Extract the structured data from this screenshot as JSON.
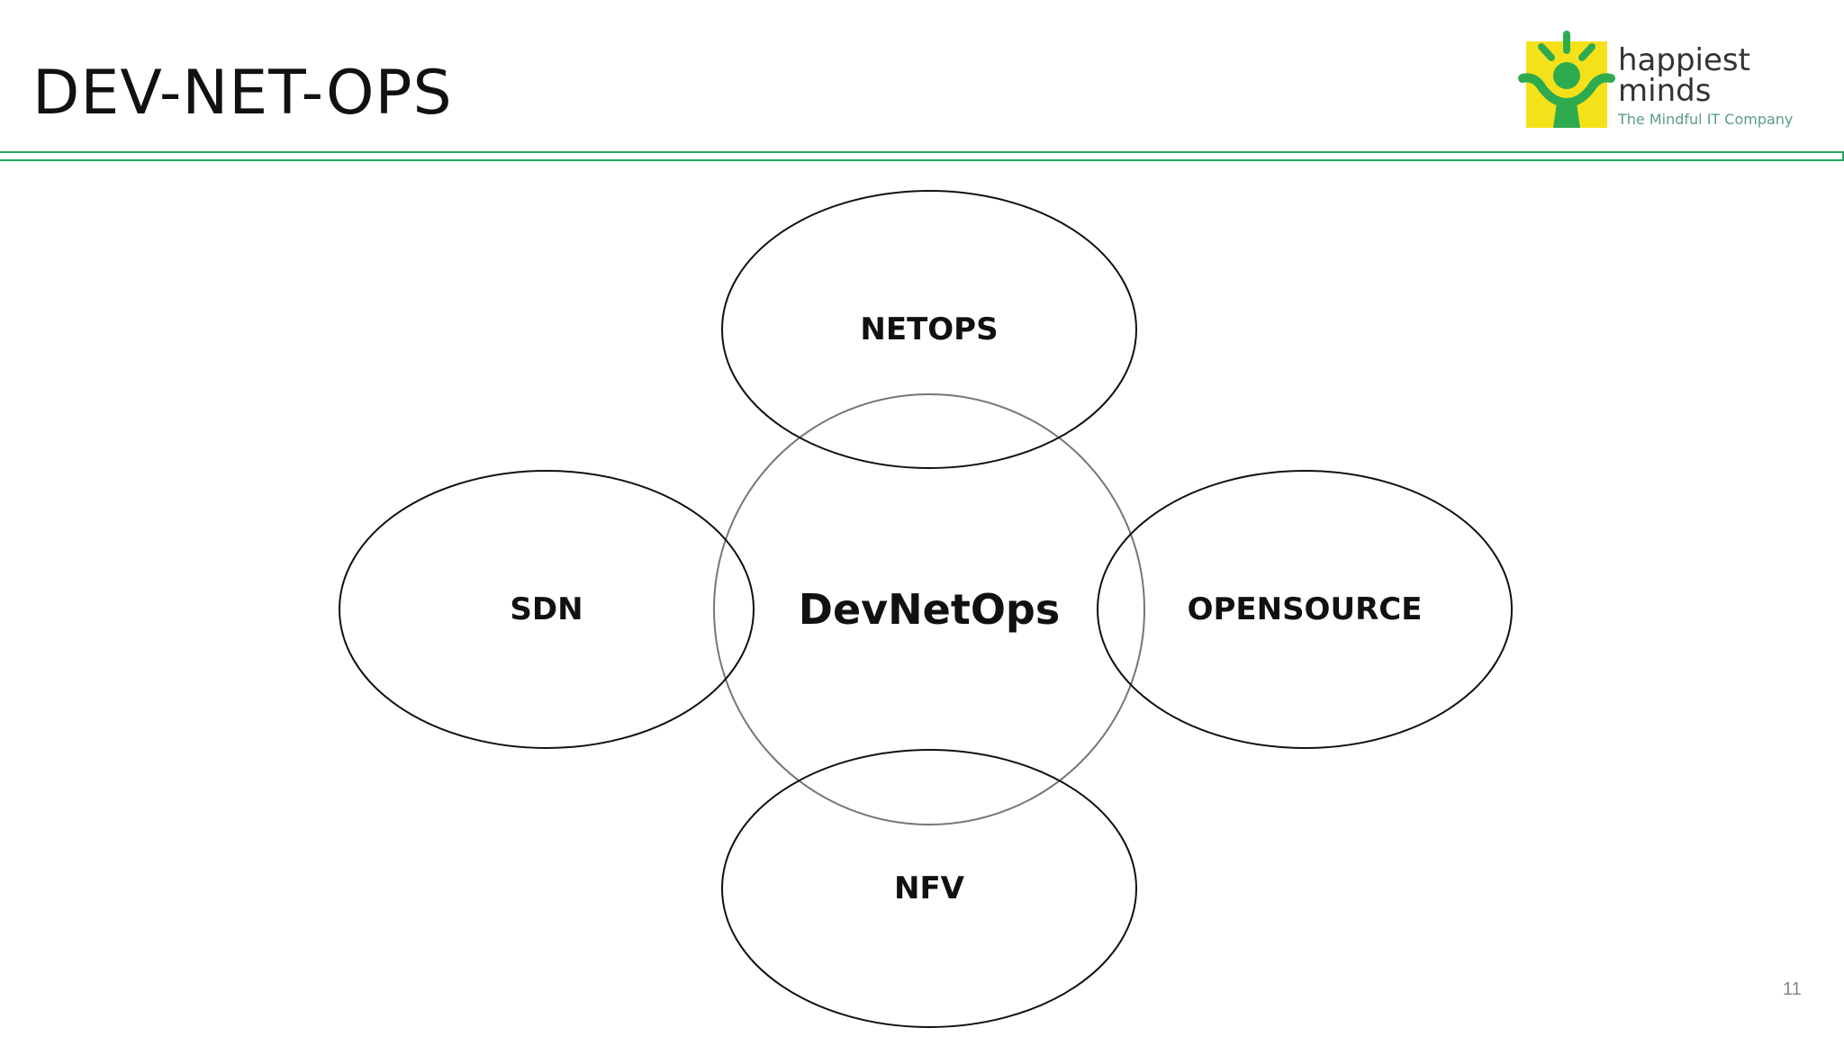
{
  "slide": {
    "title": "DEV-NET-OPS",
    "page_number": "11"
  },
  "logo": {
    "line1": "happiest",
    "line2": "minds",
    "tagline": "The Mindful IT Company",
    "colors": {
      "yellow": "#f5e11a",
      "green": "#2fab4f",
      "text": "#333333",
      "tagline": "#5a9c8a"
    }
  },
  "colors": {
    "accent_rule": "#22a85a"
  },
  "diagram": {
    "center": "DevNetOps",
    "top": "NETOPS",
    "left": "SDN",
    "right": "OPENSOURCE",
    "bottom": "NFV"
  }
}
